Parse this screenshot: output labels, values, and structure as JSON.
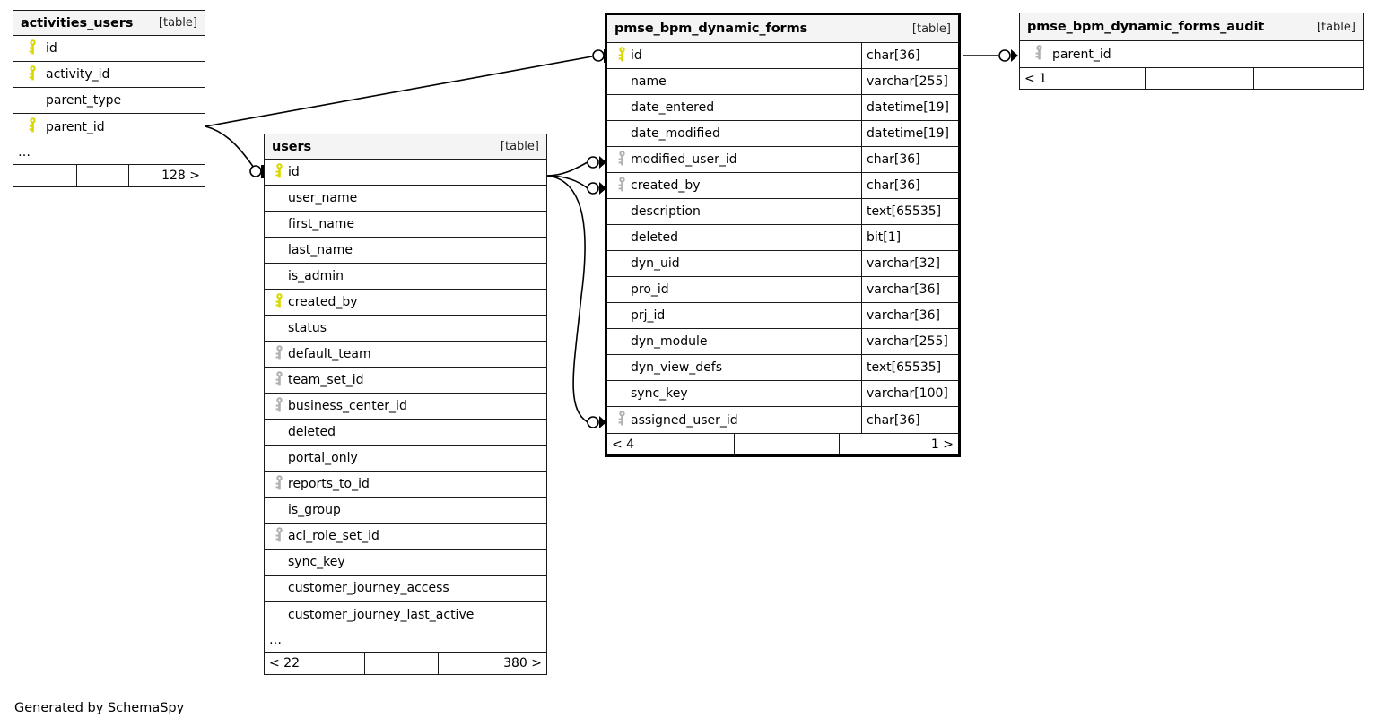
{
  "diagram": {
    "credit": "Generated by SchemaSpy",
    "table_tag": "[table]",
    "ellipsis": "…",
    "pk_icon": "primary-key-icon",
    "fk_icon": "foreign-key-icon",
    "pk_color": "#d8d800",
    "fk_color": "#b0b0b0",
    "header_bg": "#f4f4f4",
    "border_color": "#1a1a1a"
  },
  "tables": [
    {
      "id": "activities_users",
      "name": "activities_users",
      "tag": "[table]",
      "main": false,
      "show_types": false,
      "columns": [
        {
          "name": "id",
          "key": "pk",
          "type": ""
        },
        {
          "name": "activity_id",
          "key": "pk",
          "type": ""
        },
        {
          "name": "parent_type",
          "key": "none",
          "type": ""
        },
        {
          "name": "parent_id",
          "key": "pk",
          "type": ""
        }
      ],
      "has_ellipsis": true,
      "footer": {
        "left": "",
        "middle": "",
        "right": "128 >"
      }
    },
    {
      "id": "users",
      "name": "users",
      "tag": "[table]",
      "main": false,
      "show_types": false,
      "columns": [
        {
          "name": "id",
          "key": "pk",
          "type": ""
        },
        {
          "name": "user_name",
          "key": "none",
          "type": ""
        },
        {
          "name": "first_name",
          "key": "none",
          "type": ""
        },
        {
          "name": "last_name",
          "key": "none",
          "type": ""
        },
        {
          "name": "is_admin",
          "key": "none",
          "type": ""
        },
        {
          "name": "created_by",
          "key": "pk",
          "type": ""
        },
        {
          "name": "status",
          "key": "none",
          "type": ""
        },
        {
          "name": "default_team",
          "key": "fk",
          "type": ""
        },
        {
          "name": "team_set_id",
          "key": "fk",
          "type": ""
        },
        {
          "name": "business_center_id",
          "key": "fk",
          "type": ""
        },
        {
          "name": "deleted",
          "key": "none",
          "type": ""
        },
        {
          "name": "portal_only",
          "key": "none",
          "type": ""
        },
        {
          "name": "reports_to_id",
          "key": "fk",
          "type": ""
        },
        {
          "name": "is_group",
          "key": "none",
          "type": ""
        },
        {
          "name": "acl_role_set_id",
          "key": "fk",
          "type": ""
        },
        {
          "name": "sync_key",
          "key": "none",
          "type": ""
        },
        {
          "name": "customer_journey_access",
          "key": "none",
          "type": ""
        },
        {
          "name": "customer_journey_last_active",
          "key": "none",
          "type": ""
        }
      ],
      "has_ellipsis": true,
      "footer": {
        "left": "< 22",
        "middle": "",
        "right": "380 >"
      }
    },
    {
      "id": "pmse_bpm_dynamic_forms",
      "name": "pmse_bpm_dynamic_forms",
      "tag": "[table]",
      "main": true,
      "show_types": true,
      "columns": [
        {
          "name": "id",
          "key": "pk",
          "type": "char[36]"
        },
        {
          "name": "name",
          "key": "none",
          "type": "varchar[255]"
        },
        {
          "name": "date_entered",
          "key": "none",
          "type": "datetime[19]"
        },
        {
          "name": "date_modified",
          "key": "none",
          "type": "datetime[19]"
        },
        {
          "name": "modified_user_id",
          "key": "fk",
          "type": "char[36]"
        },
        {
          "name": "created_by",
          "key": "fk",
          "type": "char[36]"
        },
        {
          "name": "description",
          "key": "none",
          "type": "text[65535]"
        },
        {
          "name": "deleted",
          "key": "none",
          "type": "bit[1]"
        },
        {
          "name": "dyn_uid",
          "key": "none",
          "type": "varchar[32]"
        },
        {
          "name": "pro_id",
          "key": "none",
          "type": "varchar[36]"
        },
        {
          "name": "prj_id",
          "key": "none",
          "type": "varchar[36]"
        },
        {
          "name": "dyn_module",
          "key": "none",
          "type": "varchar[255]"
        },
        {
          "name": "dyn_view_defs",
          "key": "none",
          "type": "text[65535]"
        },
        {
          "name": "sync_key",
          "key": "none",
          "type": "varchar[100]"
        },
        {
          "name": "assigned_user_id",
          "key": "fk",
          "type": "char[36]"
        }
      ],
      "has_ellipsis": false,
      "footer": {
        "left": "< 4",
        "middle": "",
        "right": "1 >"
      }
    },
    {
      "id": "pmse_bpm_dynamic_forms_audit",
      "name": "pmse_bpm_dynamic_forms_audit",
      "tag": "[table]",
      "main": false,
      "show_types": false,
      "columns": [
        {
          "name": "parent_id",
          "key": "fk",
          "type": ""
        }
      ],
      "has_ellipsis": false,
      "footer": {
        "left": "< 1",
        "middle": "",
        "right": ""
      }
    }
  ],
  "relationships": [
    {
      "from": "activities_users.parent_id",
      "to": "pmse_bpm_dynamic_forms.id",
      "from_card": "many",
      "to_card": "zero-one"
    },
    {
      "from": "users.id",
      "to": "pmse_bpm_dynamic_forms.modified_user_id",
      "from_card": "one",
      "to_card": "zero-many"
    },
    {
      "from": "users.id",
      "to": "pmse_bpm_dynamic_forms.created_by",
      "from_card": "one",
      "to_card": "zero-many"
    },
    {
      "from": "users.id",
      "to": "pmse_bpm_dynamic_forms.assigned_user_id",
      "from_card": "one",
      "to_card": "zero-many"
    },
    {
      "from": "pmse_bpm_dynamic_forms.id",
      "to": "pmse_bpm_dynamic_forms_audit.parent_id",
      "from_card": "one",
      "to_card": "zero-many"
    }
  ]
}
